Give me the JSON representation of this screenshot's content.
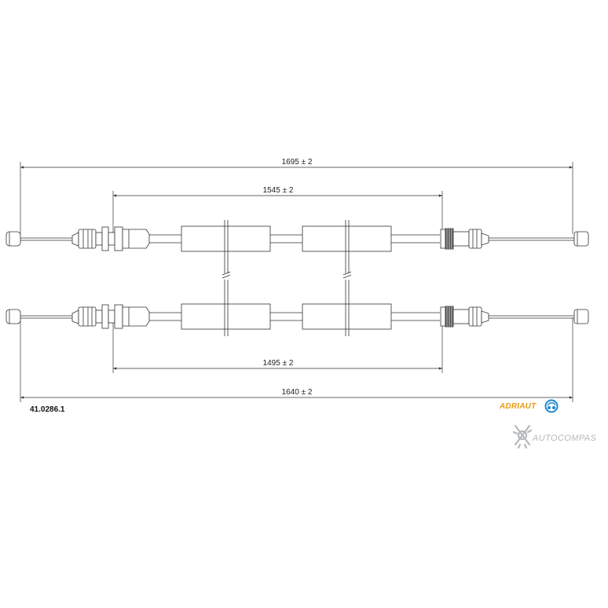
{
  "dimensions": {
    "top_overall": "1695 ± 2",
    "top_inner": "1545 ± 2",
    "bottom_inner": "1495 ± 2",
    "bottom_overall": "1640 ± 2"
  },
  "part_number": "41.0286.1",
  "brand": {
    "name": "ADRIAUT",
    "color": "#e89b12",
    "logo_color": "#1f88c9"
  },
  "watermark": {
    "text": "AUTOCOMPAS",
    "color": "#b5b8bb"
  }
}
